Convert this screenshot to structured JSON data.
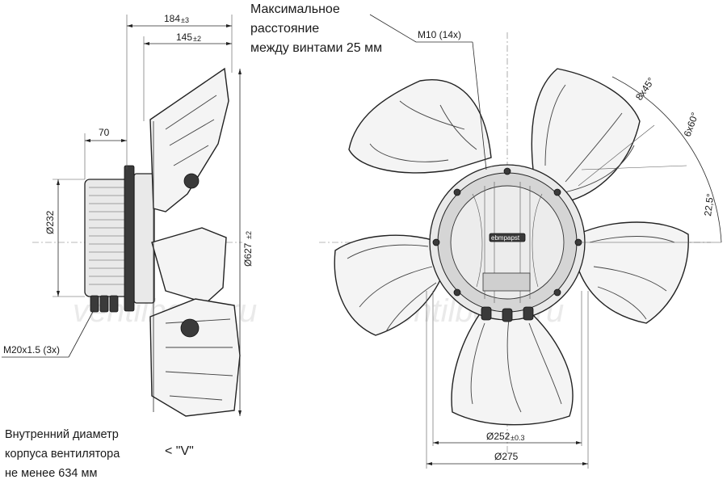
{
  "side_view": {
    "dim_overall_depth": "184",
    "dim_overall_depth_tol": "±3",
    "dim_blade_depth": "145",
    "dim_blade_depth_tol": "±2",
    "dim_motor_offset": "70",
    "dim_motor_diameter": "Ø232",
    "dim_fan_diameter": "Ø627",
    "dim_fan_diameter_tol": "±2",
    "cable_gland_label": "M20x1.5 (3x)"
  },
  "front_view": {
    "screw_label": "M10 (14x)",
    "screw_note_line1": "Максимальное",
    "screw_note_line2": "расстояние",
    "screw_note_line3": "между винтами 25 мм",
    "angle_8x45": "8x45°",
    "angle_6x60": "6x60°",
    "angle_22_5": "22,5°",
    "dim_hole_circle": "Ø252",
    "dim_hole_circle_tol": "±0.3",
    "dim_mount_diameter": "Ø275",
    "brand_label": "ebmpapst"
  },
  "bottom_note": {
    "line1": "Внутренний диаметр",
    "line2": "корпуса вентилятора",
    "line3": "не менее 634 мм",
    "airflow_direction": "< \"V\""
  },
  "watermark": {
    "left": "ventilberry.ru",
    "right": "ventilberry.ru"
  }
}
